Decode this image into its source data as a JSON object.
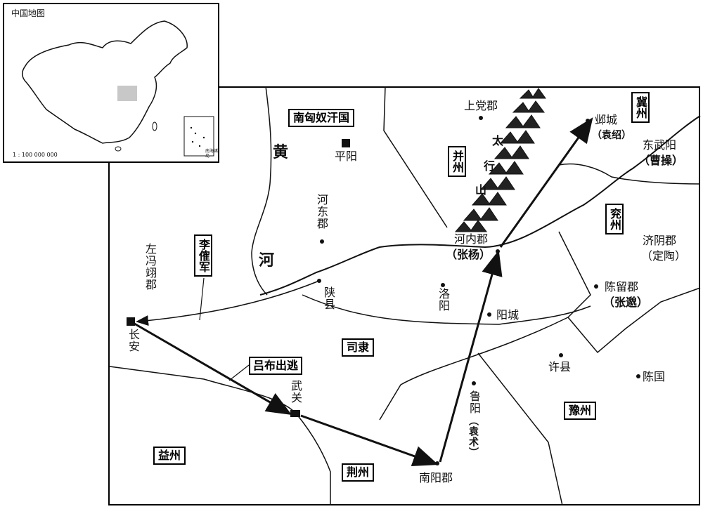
{
  "inset": {
    "title": "中国地图",
    "scale": "1 : 100 000 000",
    "south_sea": "南海诸岛"
  },
  "regions": {
    "xiongnu": "南匈奴汗国",
    "bingzhou": "并州",
    "jizhou": "冀州",
    "yanzhou": "兖州",
    "sili": "司隶",
    "yuzhou": "豫州",
    "yizhou": "益州",
    "jingzhou": "荆州"
  },
  "rivers": {
    "huang": "黄",
    "he": "河"
  },
  "mountain": {
    "tai": "太",
    "hang": "行",
    "shan": "山"
  },
  "places": {
    "pingyang": "平阳",
    "shangdang": "上党郡",
    "yecheng": "邺城",
    "yecheng_note": "（袁绍）",
    "dongwuyang": "东武阳",
    "dongwuyang_note": "（曹操）",
    "hedong": "河东郡",
    "henei": "河内郡",
    "henei_note": "（张杨）",
    "jiyin": "济阴郡",
    "jiyin_note": "（定陶）",
    "zuopingyi": "左冯翊郡",
    "shanxian": "陕县",
    "luoyang": "洛阳",
    "chenliu": "陈留郡",
    "chenliu_note": "（张邈）",
    "yangcheng": "阳城",
    "changan": "长安",
    "xuxian": "许县",
    "chenguo": "陈国",
    "wuguan": "武关",
    "luyang": "鲁阳",
    "luyang_note": "（袁术）",
    "nanyang": "南阳郡"
  },
  "callouts": {
    "lijue": "李傕军",
    "lvbu": "吕布出逃"
  },
  "colors": {
    "ink": "#111111",
    "inset_fill": "#c8c8c8",
    "paper": "#ffffff"
  }
}
